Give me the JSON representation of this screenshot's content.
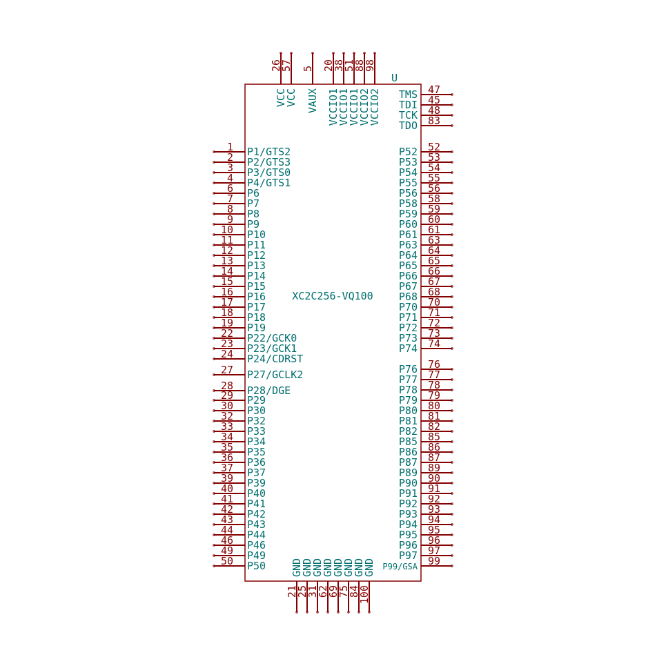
{
  "component": {
    "reference": "U",
    "value": "XC2C256-VQ100"
  },
  "colors": {
    "body": "#840000",
    "pin_number": "#840000",
    "pin_name": "#006e6e"
  },
  "pins": {
    "left": [
      {
        "num": "1",
        "name": "P1/GTS2"
      },
      {
        "num": "2",
        "name": "P2/GTS3"
      },
      {
        "num": "3",
        "name": "P3/GTS0"
      },
      {
        "num": "4",
        "name": "P4/GTS1"
      },
      {
        "num": "6",
        "name": "P6"
      },
      {
        "num": "7",
        "name": "P7"
      },
      {
        "num": "8",
        "name": "P8"
      },
      {
        "num": "9",
        "name": "P9"
      },
      {
        "num": "10",
        "name": "P10"
      },
      {
        "num": "11",
        "name": "P11"
      },
      {
        "num": "12",
        "name": "P12"
      },
      {
        "num": "13",
        "name": "P13"
      },
      {
        "num": "14",
        "name": "P14"
      },
      {
        "num": "15",
        "name": "P15"
      },
      {
        "num": "16",
        "name": "P16"
      },
      {
        "num": "17",
        "name": "P17"
      },
      {
        "num": "18",
        "name": "P18"
      },
      {
        "num": "19",
        "name": "P19"
      },
      {
        "num": "22",
        "name": "P22/GCK0"
      },
      {
        "num": "23",
        "name": "P23/GCK1"
      },
      {
        "num": "24",
        "name": "P24/CDRST"
      },
      {
        "num": "27",
        "name": "P27/GCLK2"
      },
      {
        "num": "28",
        "name": "P28/DGE"
      },
      {
        "num": "29",
        "name": "P29"
      },
      {
        "num": "30",
        "name": "P30"
      },
      {
        "num": "32",
        "name": "P32"
      },
      {
        "num": "33",
        "name": "P33"
      },
      {
        "num": "34",
        "name": "P34"
      },
      {
        "num": "35",
        "name": "P35"
      },
      {
        "num": "36",
        "name": "P36"
      },
      {
        "num": "37",
        "name": "P37"
      },
      {
        "num": "39",
        "name": "P39"
      },
      {
        "num": "40",
        "name": "P40"
      },
      {
        "num": "41",
        "name": "P41"
      },
      {
        "num": "42",
        "name": "P42"
      },
      {
        "num": "43",
        "name": "P43"
      },
      {
        "num": "44",
        "name": "P44"
      },
      {
        "num": "46",
        "name": "P46"
      },
      {
        "num": "49",
        "name": "P49"
      },
      {
        "num": "50",
        "name": "P50"
      }
    ],
    "right": [
      {
        "num": "47",
        "name": "TMS"
      },
      {
        "num": "45",
        "name": "TDI"
      },
      {
        "num": "48",
        "name": "TCK"
      },
      {
        "num": "83",
        "name": "TDO"
      },
      {
        "num": "52",
        "name": "P52"
      },
      {
        "num": "53",
        "name": "P53"
      },
      {
        "num": "54",
        "name": "P54"
      },
      {
        "num": "55",
        "name": "P55"
      },
      {
        "num": "56",
        "name": "P56"
      },
      {
        "num": "58",
        "name": "P58"
      },
      {
        "num": "59",
        "name": "P59"
      },
      {
        "num": "60",
        "name": "P60"
      },
      {
        "num": "61",
        "name": "P61"
      },
      {
        "num": "63",
        "name": "P63"
      },
      {
        "num": "64",
        "name": "P64"
      },
      {
        "num": "65",
        "name": "P65"
      },
      {
        "num": "66",
        "name": "P66"
      },
      {
        "num": "67",
        "name": "P67"
      },
      {
        "num": "68",
        "name": "P68"
      },
      {
        "num": "70",
        "name": "P70"
      },
      {
        "num": "71",
        "name": "P71"
      },
      {
        "num": "72",
        "name": "P72"
      },
      {
        "num": "73",
        "name": "P73"
      },
      {
        "num": "74",
        "name": "P74"
      },
      {
        "num": "76",
        "name": "P76"
      },
      {
        "num": "77",
        "name": "P77"
      },
      {
        "num": "78",
        "name": "P78"
      },
      {
        "num": "79",
        "name": "P79"
      },
      {
        "num": "80",
        "name": "P80"
      },
      {
        "num": "81",
        "name": "P81"
      },
      {
        "num": "82",
        "name": "P82"
      },
      {
        "num": "85",
        "name": "P85"
      },
      {
        "num": "86",
        "name": "P86"
      },
      {
        "num": "87",
        "name": "P87"
      },
      {
        "num": "89",
        "name": "P89"
      },
      {
        "num": "90",
        "name": "P90"
      },
      {
        "num": "91",
        "name": "P91"
      },
      {
        "num": "92",
        "name": "P92"
      },
      {
        "num": "93",
        "name": "P93"
      },
      {
        "num": "94",
        "name": "P94"
      },
      {
        "num": "95",
        "name": "P95"
      },
      {
        "num": "96",
        "name": "P96"
      },
      {
        "num": "97",
        "name": "P97"
      },
      {
        "num": "99",
        "name": "P99/GSA"
      }
    ],
    "top": [
      {
        "num": "26",
        "name": "VCC"
      },
      {
        "num": "57",
        "name": "VCC"
      },
      {
        "num": "5",
        "name": "VAUX"
      },
      {
        "num": "20",
        "name": "VCCIO1"
      },
      {
        "num": "38",
        "name": "VCCIO1"
      },
      {
        "num": "51",
        "name": "VCCIO1"
      },
      {
        "num": "88",
        "name": "VCCIO2"
      },
      {
        "num": "98",
        "name": "VCCIO2"
      }
    ],
    "bottom": [
      {
        "num": "21",
        "name": "GND"
      },
      {
        "num": "25",
        "name": "GND"
      },
      {
        "num": "31",
        "name": "GND"
      },
      {
        "num": "62",
        "name": "GND"
      },
      {
        "num": "69",
        "name": "GND"
      },
      {
        "num": "75",
        "name": "GND"
      },
      {
        "num": "84",
        "name": "GND"
      },
      {
        "num": "100",
        "name": "GND"
      }
    ]
  }
}
